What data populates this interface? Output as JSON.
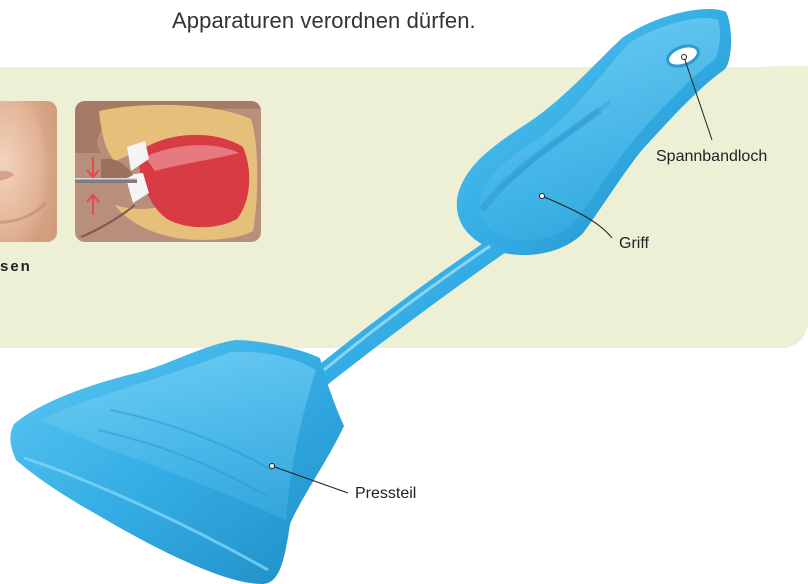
{
  "intro": {
    "text": "Apparaturen verordnen dürfen."
  },
  "caption": {
    "text": "sen"
  },
  "device": {
    "color": "#3cb4ea",
    "labels": {
      "hole": "Spannbandloch",
      "grip": "Griff",
      "press": "Pressteil"
    }
  },
  "diagram": {
    "arrow_color": "#e8474d",
    "arrows": [
      "down-arrow-icon",
      "up-arrow-icon"
    ]
  },
  "colors": {
    "panel": "#eef0d6",
    "background": "#ffffff",
    "text": "#333333"
  }
}
